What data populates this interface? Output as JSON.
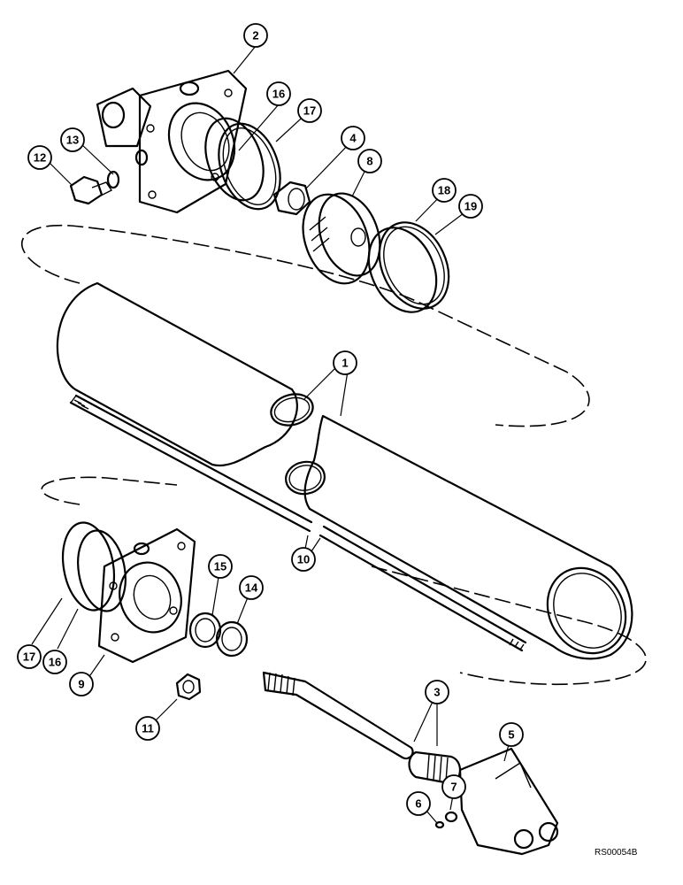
{
  "callouts": [
    {
      "id": "c2",
      "label": "2"
    },
    {
      "id": "c16a",
      "label": "16"
    },
    {
      "id": "c17a",
      "label": "17"
    },
    {
      "id": "c4",
      "label": "4"
    },
    {
      "id": "c8",
      "label": "8"
    },
    {
      "id": "c13",
      "label": "13"
    },
    {
      "id": "c12",
      "label": "12"
    },
    {
      "id": "c18",
      "label": "18"
    },
    {
      "id": "c19",
      "label": "19"
    },
    {
      "id": "c1",
      "label": "1"
    },
    {
      "id": "c10",
      "label": "10"
    },
    {
      "id": "c15",
      "label": "15"
    },
    {
      "id": "c14",
      "label": "14"
    },
    {
      "id": "c17b",
      "label": "17"
    },
    {
      "id": "c16b",
      "label": "16"
    },
    {
      "id": "c9",
      "label": "9"
    },
    {
      "id": "c11",
      "label": "11"
    },
    {
      "id": "c3",
      "label": "3"
    },
    {
      "id": "c5",
      "label": "5"
    },
    {
      "id": "c7",
      "label": "7"
    },
    {
      "id": "c6",
      "label": "6"
    }
  ],
  "reference_code": "RS00054B"
}
